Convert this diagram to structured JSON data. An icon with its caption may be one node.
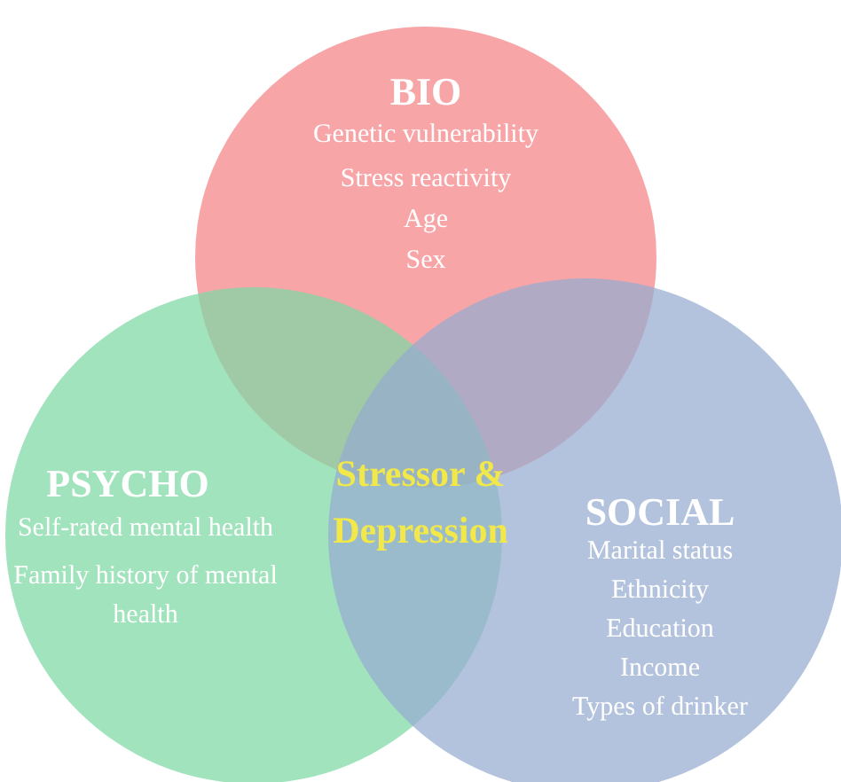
{
  "diagram": {
    "nodes": [
      {
        "text": [
          "BIO",
          "Genetic vulnerability",
          "Stress reactivity",
          "Age",
          "Sex"
        ]
      },
      {
        "text": [
          "PSYCHO",
          "Self-rated mental health",
          "Family history of mental health"
        ]
      },
      {
        "text": [
          "SOCIAL",
          "Marital status",
          "Ethnicity",
          "Education",
          "Income",
          "Types of drinker"
        ]
      }
    ],
    "labels": [
      "Stressor & Depression"
    ]
  }
}
